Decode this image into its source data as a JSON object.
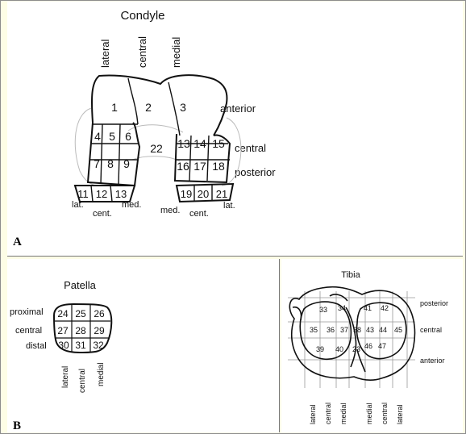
{
  "panel_a": {
    "letter": "A",
    "title": "Condyle",
    "column_labels": [
      "lateral",
      "central",
      "medial"
    ],
    "row_labels": [
      "anterior",
      "central",
      "posterior"
    ],
    "regions": [
      "1",
      "2",
      "3",
      "4",
      "5",
      "6",
      "7",
      "8",
      "9",
      "22",
      "13",
      "14",
      "15",
      "16",
      "17",
      "18",
      "11",
      "12",
      "13",
      "19",
      "20",
      "21"
    ],
    "bottom_labels_left": [
      "lat.",
      "cent.",
      "med."
    ],
    "bottom_labels_right": [
      "med.",
      "cent.",
      "lat."
    ]
  },
  "panel_b": {
    "letter": "B",
    "title": "Patella",
    "row_labels": [
      "proximal",
      "central",
      "distal"
    ],
    "regions": [
      "24",
      "25",
      "26",
      "27",
      "28",
      "29",
      "30",
      "31",
      "32"
    ],
    "column_labels": [
      "lateral",
      "central",
      "medial"
    ]
  },
  "panel_c": {
    "title": "Tibia",
    "row_labels": [
      "posterior",
      "central",
      "anterior"
    ],
    "regions_row1": [
      "33",
      "34",
      "41",
      "42"
    ],
    "regions_row2": [
      "35",
      "36",
      "37",
      "38",
      "43",
      "44",
      "45"
    ],
    "regions_row3": [
      "39",
      "40",
      "23",
      "46",
      "47"
    ],
    "column_labels": [
      "lateral",
      "central",
      "medial",
      "medial",
      "central",
      "lateral"
    ]
  }
}
